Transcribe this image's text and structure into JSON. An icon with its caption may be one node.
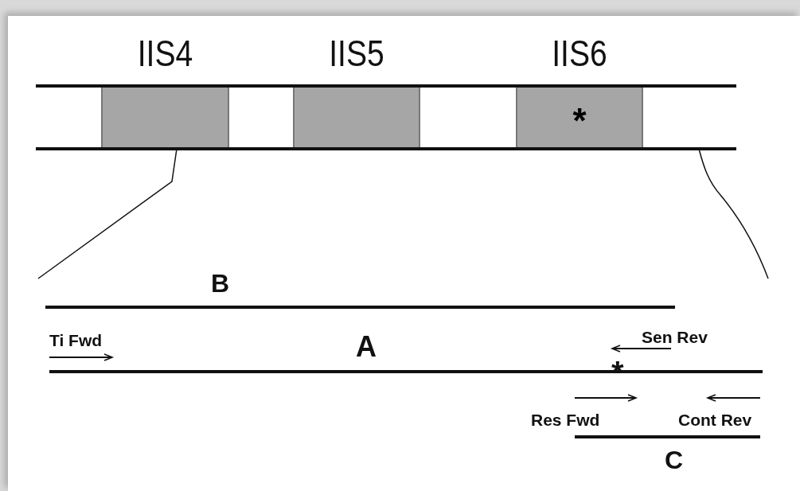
{
  "diagram": {
    "nodes": [
      {
        "text": [
          "IIS4"
        ]
      },
      {
        "text": [
          "IIS5"
        ]
      },
      {
        "text": [
          "IIS6",
          "*"
        ]
      }
    ],
    "labels": [
      "B",
      "Ti Fwd",
      "A",
      "Sen Rev",
      "*",
      "Res Fwd",
      "Cont Rev",
      "C"
    ]
  }
}
